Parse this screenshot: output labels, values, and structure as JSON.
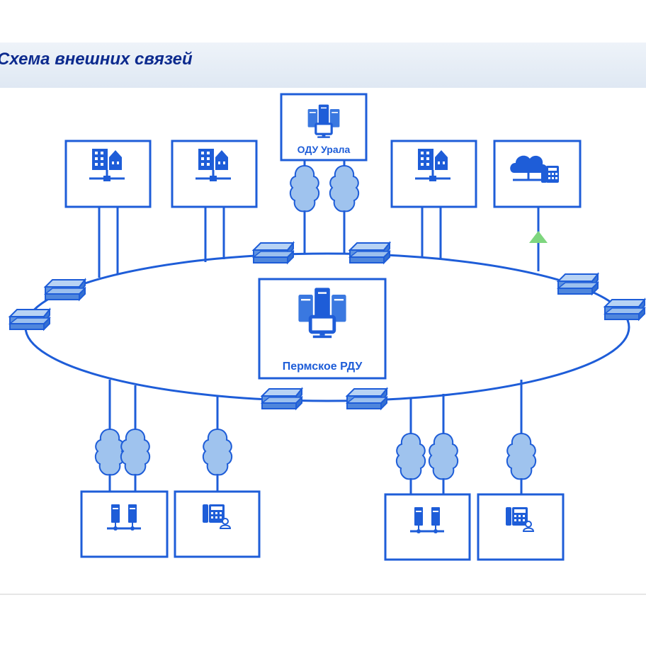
{
  "title": "Схема внешних связей",
  "center": {
    "label": "Пермское РДУ",
    "icon": "server-workstation-icon"
  },
  "nodes": {
    "odu": {
      "label": "ОДУ Урала",
      "icon": "server-workstation-icon"
    },
    "top_left_1": {
      "icon": "building-network-icon"
    },
    "top_left_2": {
      "icon": "building-network-icon"
    },
    "top_right_1": {
      "icon": "building-network-icon"
    },
    "top_right_2": {
      "icon": "cloud-phone-icon"
    },
    "bottom_left_1": {
      "icon": "server-pair-icon"
    },
    "bottom_left_2": {
      "icon": "phone-user-icon"
    },
    "bottom_right_1": {
      "icon": "server-pair-icon"
    },
    "bottom_right_2": {
      "icon": "phone-user-icon"
    }
  },
  "colors": {
    "primary": "#1e5dd8",
    "cloud": "#9fc3ee",
    "switch": "#7aa9e6",
    "title": "#0c2a8e",
    "marker": "#7ed67e"
  }
}
